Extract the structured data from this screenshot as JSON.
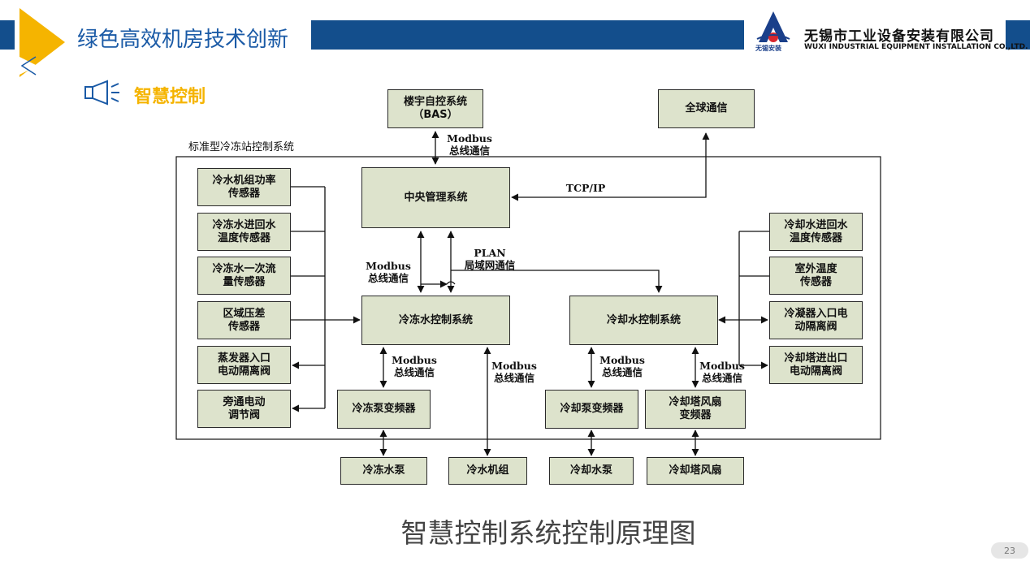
{
  "header": {
    "title": "绿色高效机房技术创新",
    "company_cn": "无锡市工业设备安装有限公司",
    "company_en": "WUXI INDUSTRIAL EQUIPMENT INSTALLATION CO.,LTD.",
    "logo_text": "无锡安装"
  },
  "section": {
    "title": "智慧控制",
    "icon": "megaphone-icon"
  },
  "diagram": {
    "frame_label": "标准型冷冻站控制系统",
    "boxes": {
      "bas": "楼宇自控系统\n（BAS）",
      "global": "全球通信",
      "central": "中央管理系统",
      "chilled_ctrl": "冷冻水控制系统",
      "cooling_ctrl": "冷却水控制系统",
      "s1": "冷水机组功率\n传感器",
      "s2": "冷冻水进回水\n温度传感器",
      "s3": "冷冻水一次流\n量传感器",
      "s4": "区域压差\n传感器",
      "s5": "蒸发器入口\n电动隔离阀",
      "s6": "旁通电动\n调节阀",
      "r1": "冷却水进回水\n温度传感器",
      "r2": "室外温度\n传感器",
      "r3": "冷凝器入口电\n动隔离阀",
      "r4": "冷却塔进出口\n电动隔离阀",
      "chilled_vfd": "冷冻泵变频器",
      "cooling_vfd": "冷却泵变频器",
      "tower_vfd": "冷却塔风扇\n变频器",
      "chilled_pump": "冷冻水泵",
      "chiller": "冷水机组",
      "cooling_pump": "冷却水泵",
      "tower_fan": "冷却塔风扇"
    },
    "labels": {
      "modbus_top": "Modbus\n总线通信",
      "tcpip": "TCP/IP",
      "plan": "PLAN\n局域网通信",
      "modbus_left": "Modbus\n总线通信",
      "modbus_cp": "Modbus\n总线通信",
      "modbus_chiller": "Modbus\n总线通信",
      "modbus_cw": "Modbus\n总线通信",
      "modbus_tower": "Modbus\n总线通信"
    },
    "line_color": "#111111",
    "box_fill": "#dde3cc"
  },
  "caption": "智慧控制系统控制原理图",
  "page_number": "23",
  "colors": {
    "brand_blue": "#134e8c",
    "accent_yellow": "#f5b400",
    "title_blue": "#1a5aa6"
  }
}
